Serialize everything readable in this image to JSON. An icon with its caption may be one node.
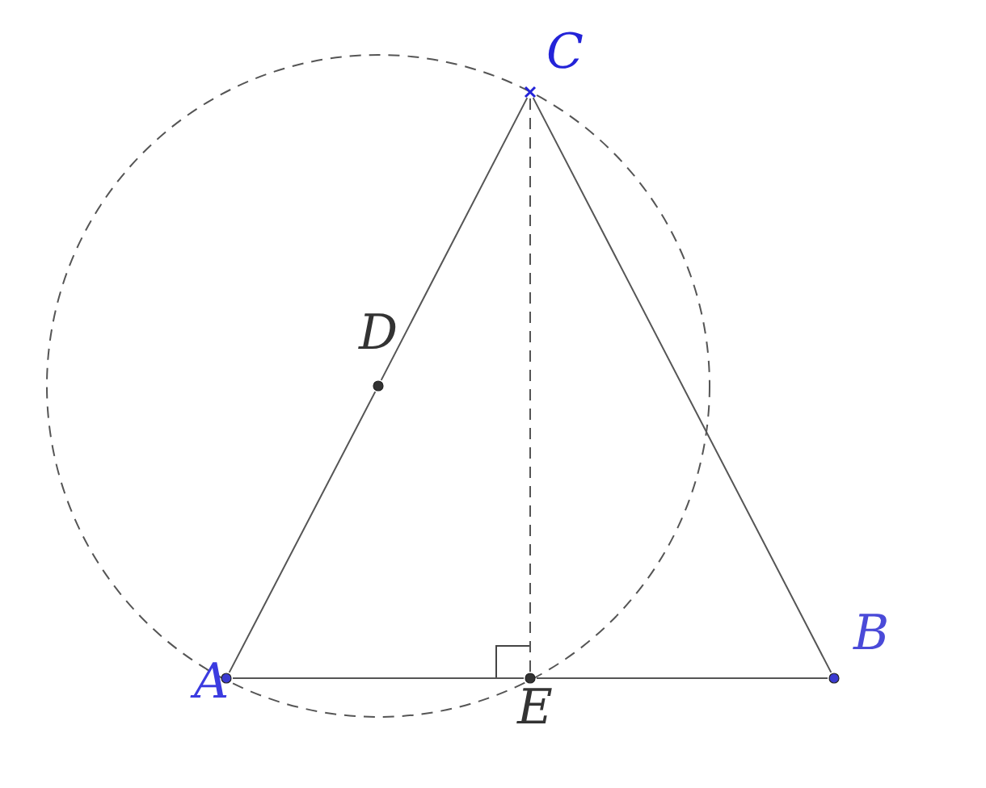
{
  "diagram": {
    "nodes": [
      {
        "text": [],
        "shape": "circle",
        "beside": [
          "A"
        ]
      },
      {
        "text": [],
        "shape": "circle",
        "beside": [
          "B"
        ]
      },
      {
        "text": [],
        "shape": "cross",
        "beside": [
          "C"
        ]
      },
      {
        "text": [],
        "shape": "circle",
        "beside": [
          "D"
        ]
      },
      {
        "text": [],
        "shape": "circle",
        "beside": [
          "E"
        ]
      }
    ],
    "edges": [
      {
        "from": 0,
        "to": 3,
        "arrow": "none"
      },
      {
        "from": 3,
        "to": 2,
        "arrow": "none"
      },
      {
        "from": 2,
        "to": 1,
        "arrow": "none"
      },
      {
        "from": 0,
        "to": 4,
        "arrow": "none"
      },
      {
        "from": 4,
        "to": 1,
        "arrow": "none"
      },
      {
        "from": 2,
        "to": 4,
        "arrow": "none",
        "style": "dashed"
      }
    ]
  }
}
